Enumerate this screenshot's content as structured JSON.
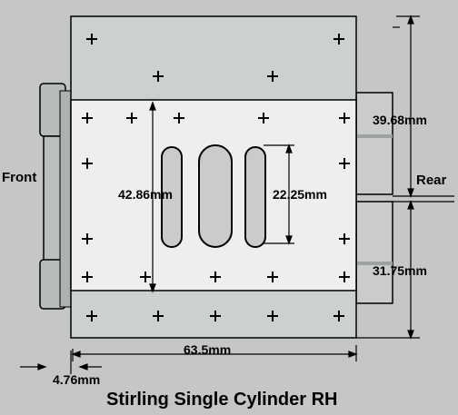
{
  "title": "Stirling Single Cylinder RH",
  "labels": {
    "front": "Front",
    "rear": "Rear"
  },
  "dimensions": {
    "slot_span": "42.86mm",
    "slot_length": "22.25mm",
    "rear_upper": "39.68mm",
    "rear_lower": "31.75mm",
    "plate_width": "63.5mm",
    "offset": "4.76mm"
  },
  "colors": {
    "background": "#c4c6c7",
    "plate_outer": "#cdd0d1",
    "plate_inner": "#eceeef",
    "line": "#000000"
  }
}
